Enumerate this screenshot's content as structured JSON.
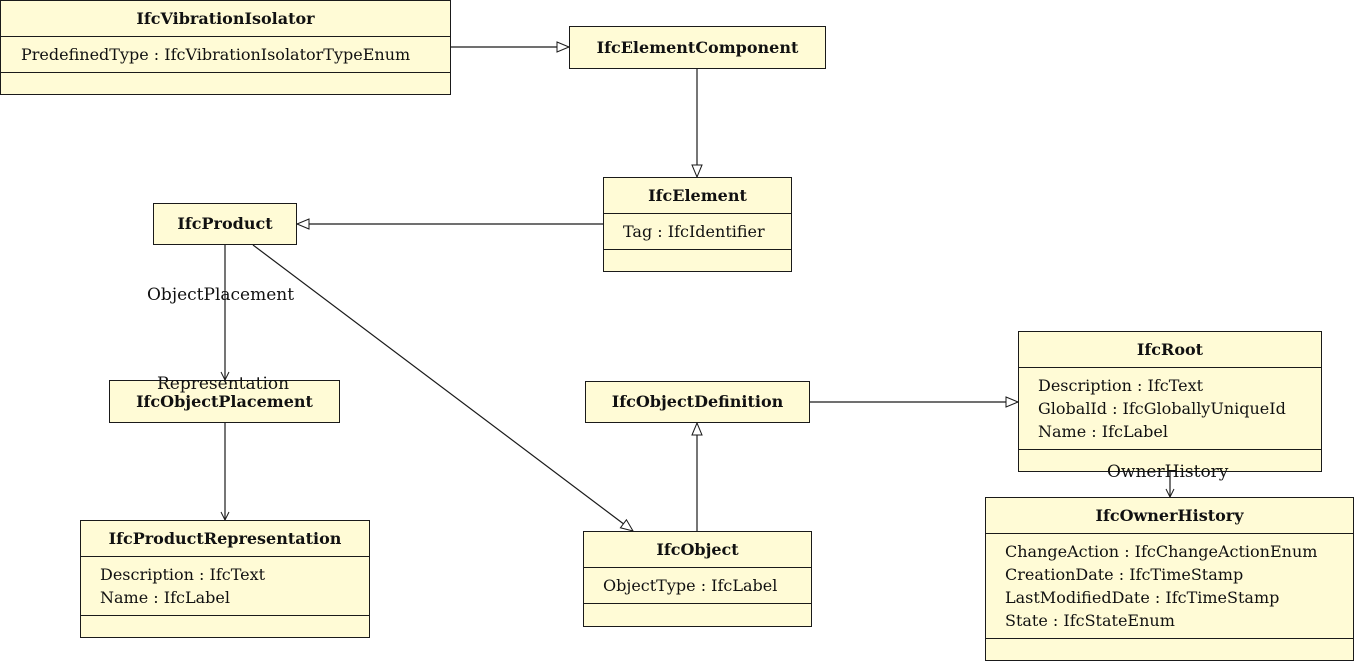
{
  "classes": {
    "vibration_isolator": {
      "name": "IfcVibrationIsolator",
      "attributes": [
        "PredefinedType : IfcVibrationIsolatorTypeEnum"
      ]
    },
    "element_component": {
      "name": "IfcElementComponent"
    },
    "element": {
      "name": "IfcElement",
      "attributes": [
        "Tag : IfcIdentifier"
      ]
    },
    "product": {
      "name": "IfcProduct"
    },
    "object_placement": {
      "name": "IfcObjectPlacement"
    },
    "product_representation": {
      "name": "IfcProductRepresentation",
      "attributes": [
        "Description : IfcText",
        "Name : IfcLabel"
      ]
    },
    "object_definition": {
      "name": "IfcObjectDefinition"
    },
    "object": {
      "name": "IfcObject",
      "attributes": [
        "ObjectType : IfcLabel"
      ]
    },
    "root": {
      "name": "IfcRoot",
      "attributes": [
        "Description : IfcText",
        "GlobalId : IfcGloballyUniqueId",
        "Name : IfcLabel"
      ]
    },
    "owner_history": {
      "name": "IfcOwnerHistory",
      "attributes": [
        "ChangeAction : IfcChangeActionEnum",
        "CreationDate : IfcTimeStamp",
        "LastModifiedDate : IfcTimeStamp",
        "State : IfcStateEnum"
      ]
    }
  },
  "edge_labels": {
    "object_placement": "ObjectPlacement",
    "representation": "Representation",
    "owner_history": "OwnerHistory"
  }
}
